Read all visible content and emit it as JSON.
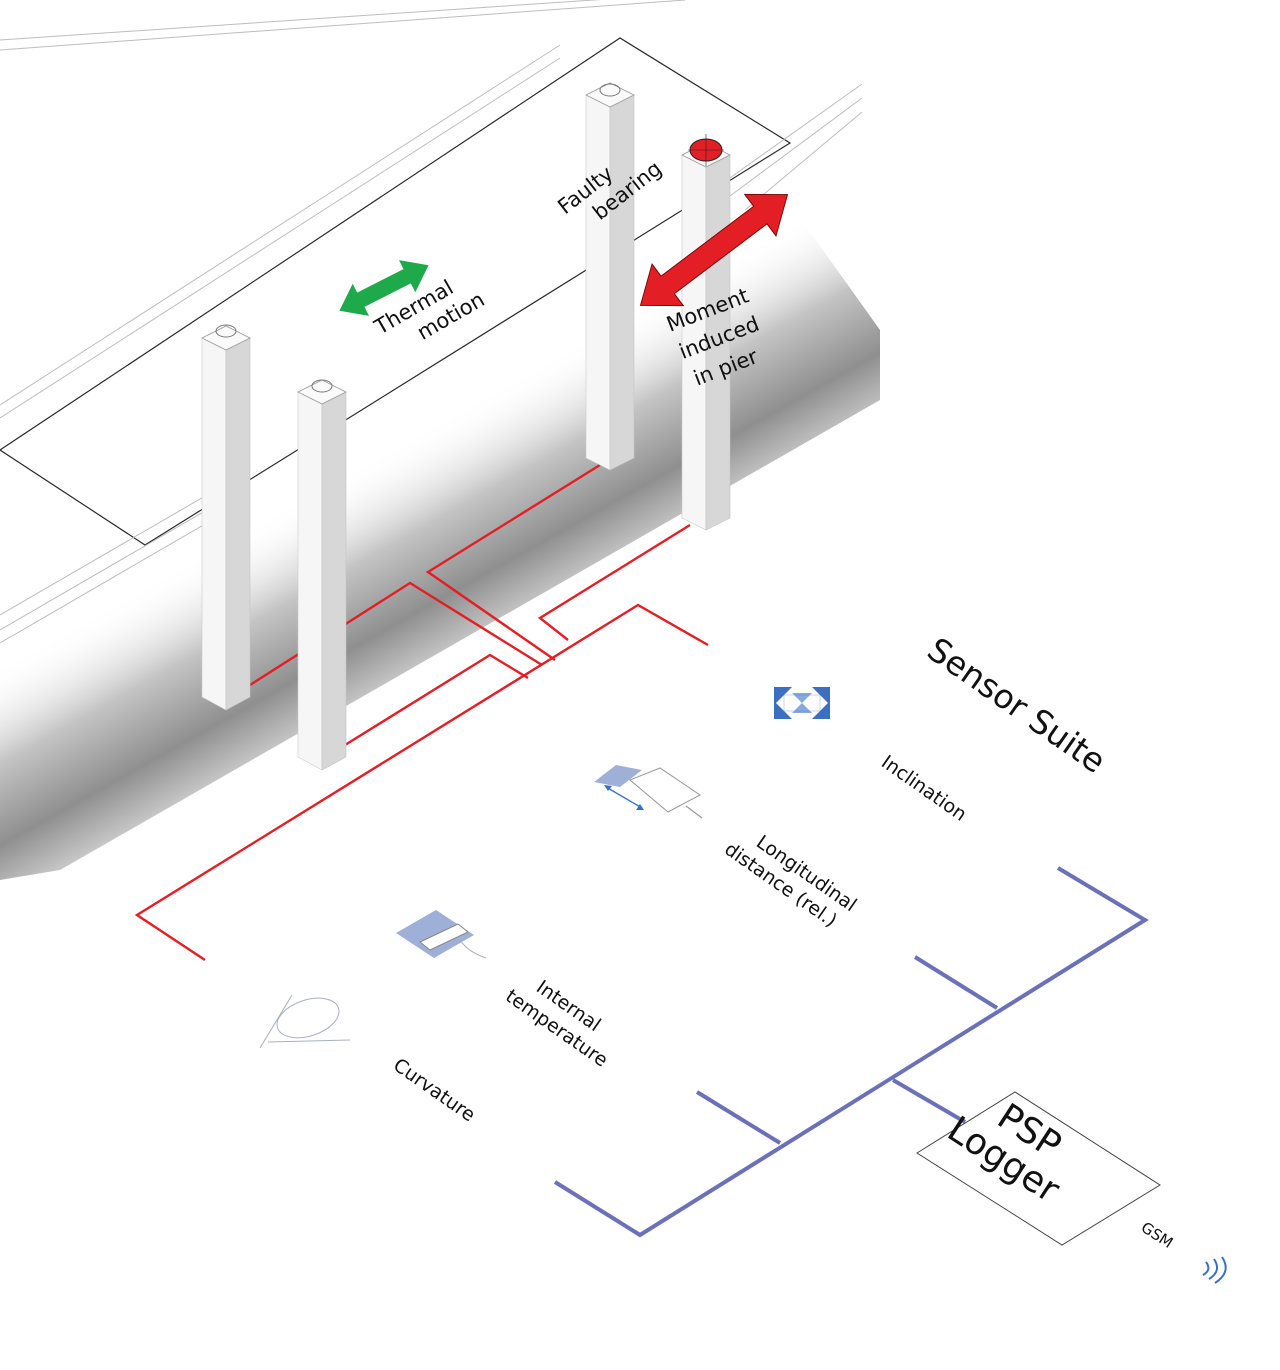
{
  "labels": {
    "faulty_bearing": [
      "Faulty",
      "bearing"
    ],
    "thermal_motion": [
      "Thermal",
      "motion"
    ],
    "moment": [
      "Moment",
      "induced",
      "in pier"
    ],
    "sensor_suite": "Sensor Suite",
    "inclination": "Inclination",
    "longitudinal": [
      "Longitudinal",
      "distance (rel.)"
    ],
    "internal_temperature": [
      "Internal",
      "temperature"
    ],
    "curvature": "Curvature",
    "logger": [
      "PSP",
      "Logger"
    ],
    "gsm": "GSM"
  },
  "icons": {
    "inclination": "inclination-sensor-icon",
    "longitudinal": "displacement-sensor-icon",
    "temperature": "temperature-sensor-icon",
    "curvature": "curvature-sensor-icon",
    "gsm": "wireless-signal-icon"
  },
  "colors": {
    "cable_red": "#e31e24",
    "cable_blue": "#6b71b8",
    "thermal_arrow": "#1eaa4a",
    "moment_arrow": "#e31e24",
    "faulty_bearing_dot": "#e31e24",
    "sensor_icon_blue": "#3a6fc4"
  }
}
